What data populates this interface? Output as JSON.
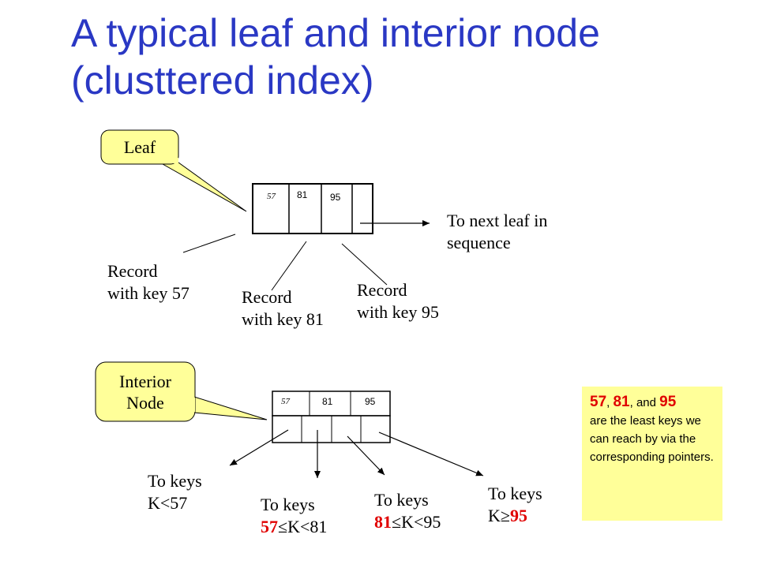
{
  "title": {
    "line1": "A typical leaf and interior node",
    "line2": "(clusttered index)"
  },
  "leaf": {
    "callout_label": "Leaf",
    "keys": [
      "57",
      "81",
      "95"
    ],
    "next_label_line1": "To next leaf in",
    "next_label_line2": "sequence",
    "records": [
      {
        "line1": "Record",
        "line2": "with key 57"
      },
      {
        "line1": "Record",
        "line2": "with key 81"
      },
      {
        "line1": "Record",
        "line2": "with key 95"
      }
    ]
  },
  "interior": {
    "callout_line1": "Interior",
    "callout_line2": "Node",
    "keys": [
      "57",
      "81",
      "95"
    ],
    "pointers": [
      {
        "line1": "To keys",
        "line2_pre": "K<57",
        "line2_red": "",
        "line2_mid": "",
        "line2_red2": ""
      },
      {
        "line1": "To keys",
        "line2_pre": "",
        "line2_red": "57",
        "line2_mid": "≤K<81",
        "line2_red2": ""
      },
      {
        "line1": "To keys",
        "line2_pre": "",
        "line2_red": "81",
        "line2_mid": "≤K<95",
        "line2_red2": ""
      },
      {
        "line1": "To keys",
        "line2_pre": "K≥",
        "line2_red": "",
        "line2_mid": "",
        "line2_red2": "95"
      }
    ]
  },
  "note": {
    "k1": "57",
    "sep1": ", ",
    "k2": "81",
    "sep2": ", and ",
    "k3": "95",
    "text": "are the least keys we can reach by via the corresponding pointers."
  },
  "colors": {
    "title": "#2a38c4",
    "callout_fill": "#ffff99",
    "highlight_red": "#e00000"
  }
}
